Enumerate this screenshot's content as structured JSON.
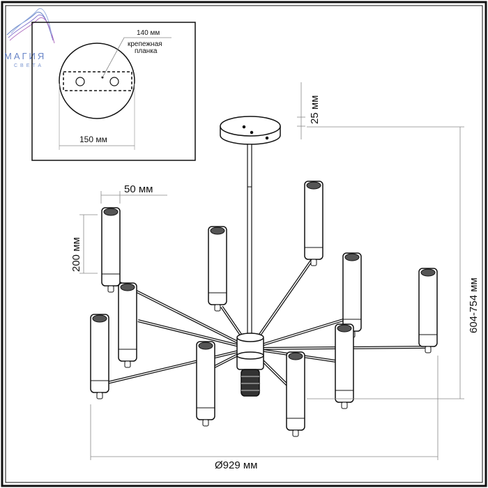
{
  "logo": {
    "line1": "МАГИЯ",
    "line2": "СВЕТА"
  },
  "inset": {
    "plate_length": "140 мм",
    "plate_label_1": "крепежная",
    "plate_label_2": "планка",
    "canopy_diameter": "150 мм"
  },
  "dimensions": {
    "canopy_height": "25 мм",
    "shade_diameter": "50 мм",
    "shade_height": "200 мм",
    "total_height": "604-754 мм",
    "total_diameter": "Ø929 мм"
  },
  "colors": {
    "line": "#111111",
    "logo_blue": "#6a86c8",
    "logo_purple": "#b070c0"
  }
}
